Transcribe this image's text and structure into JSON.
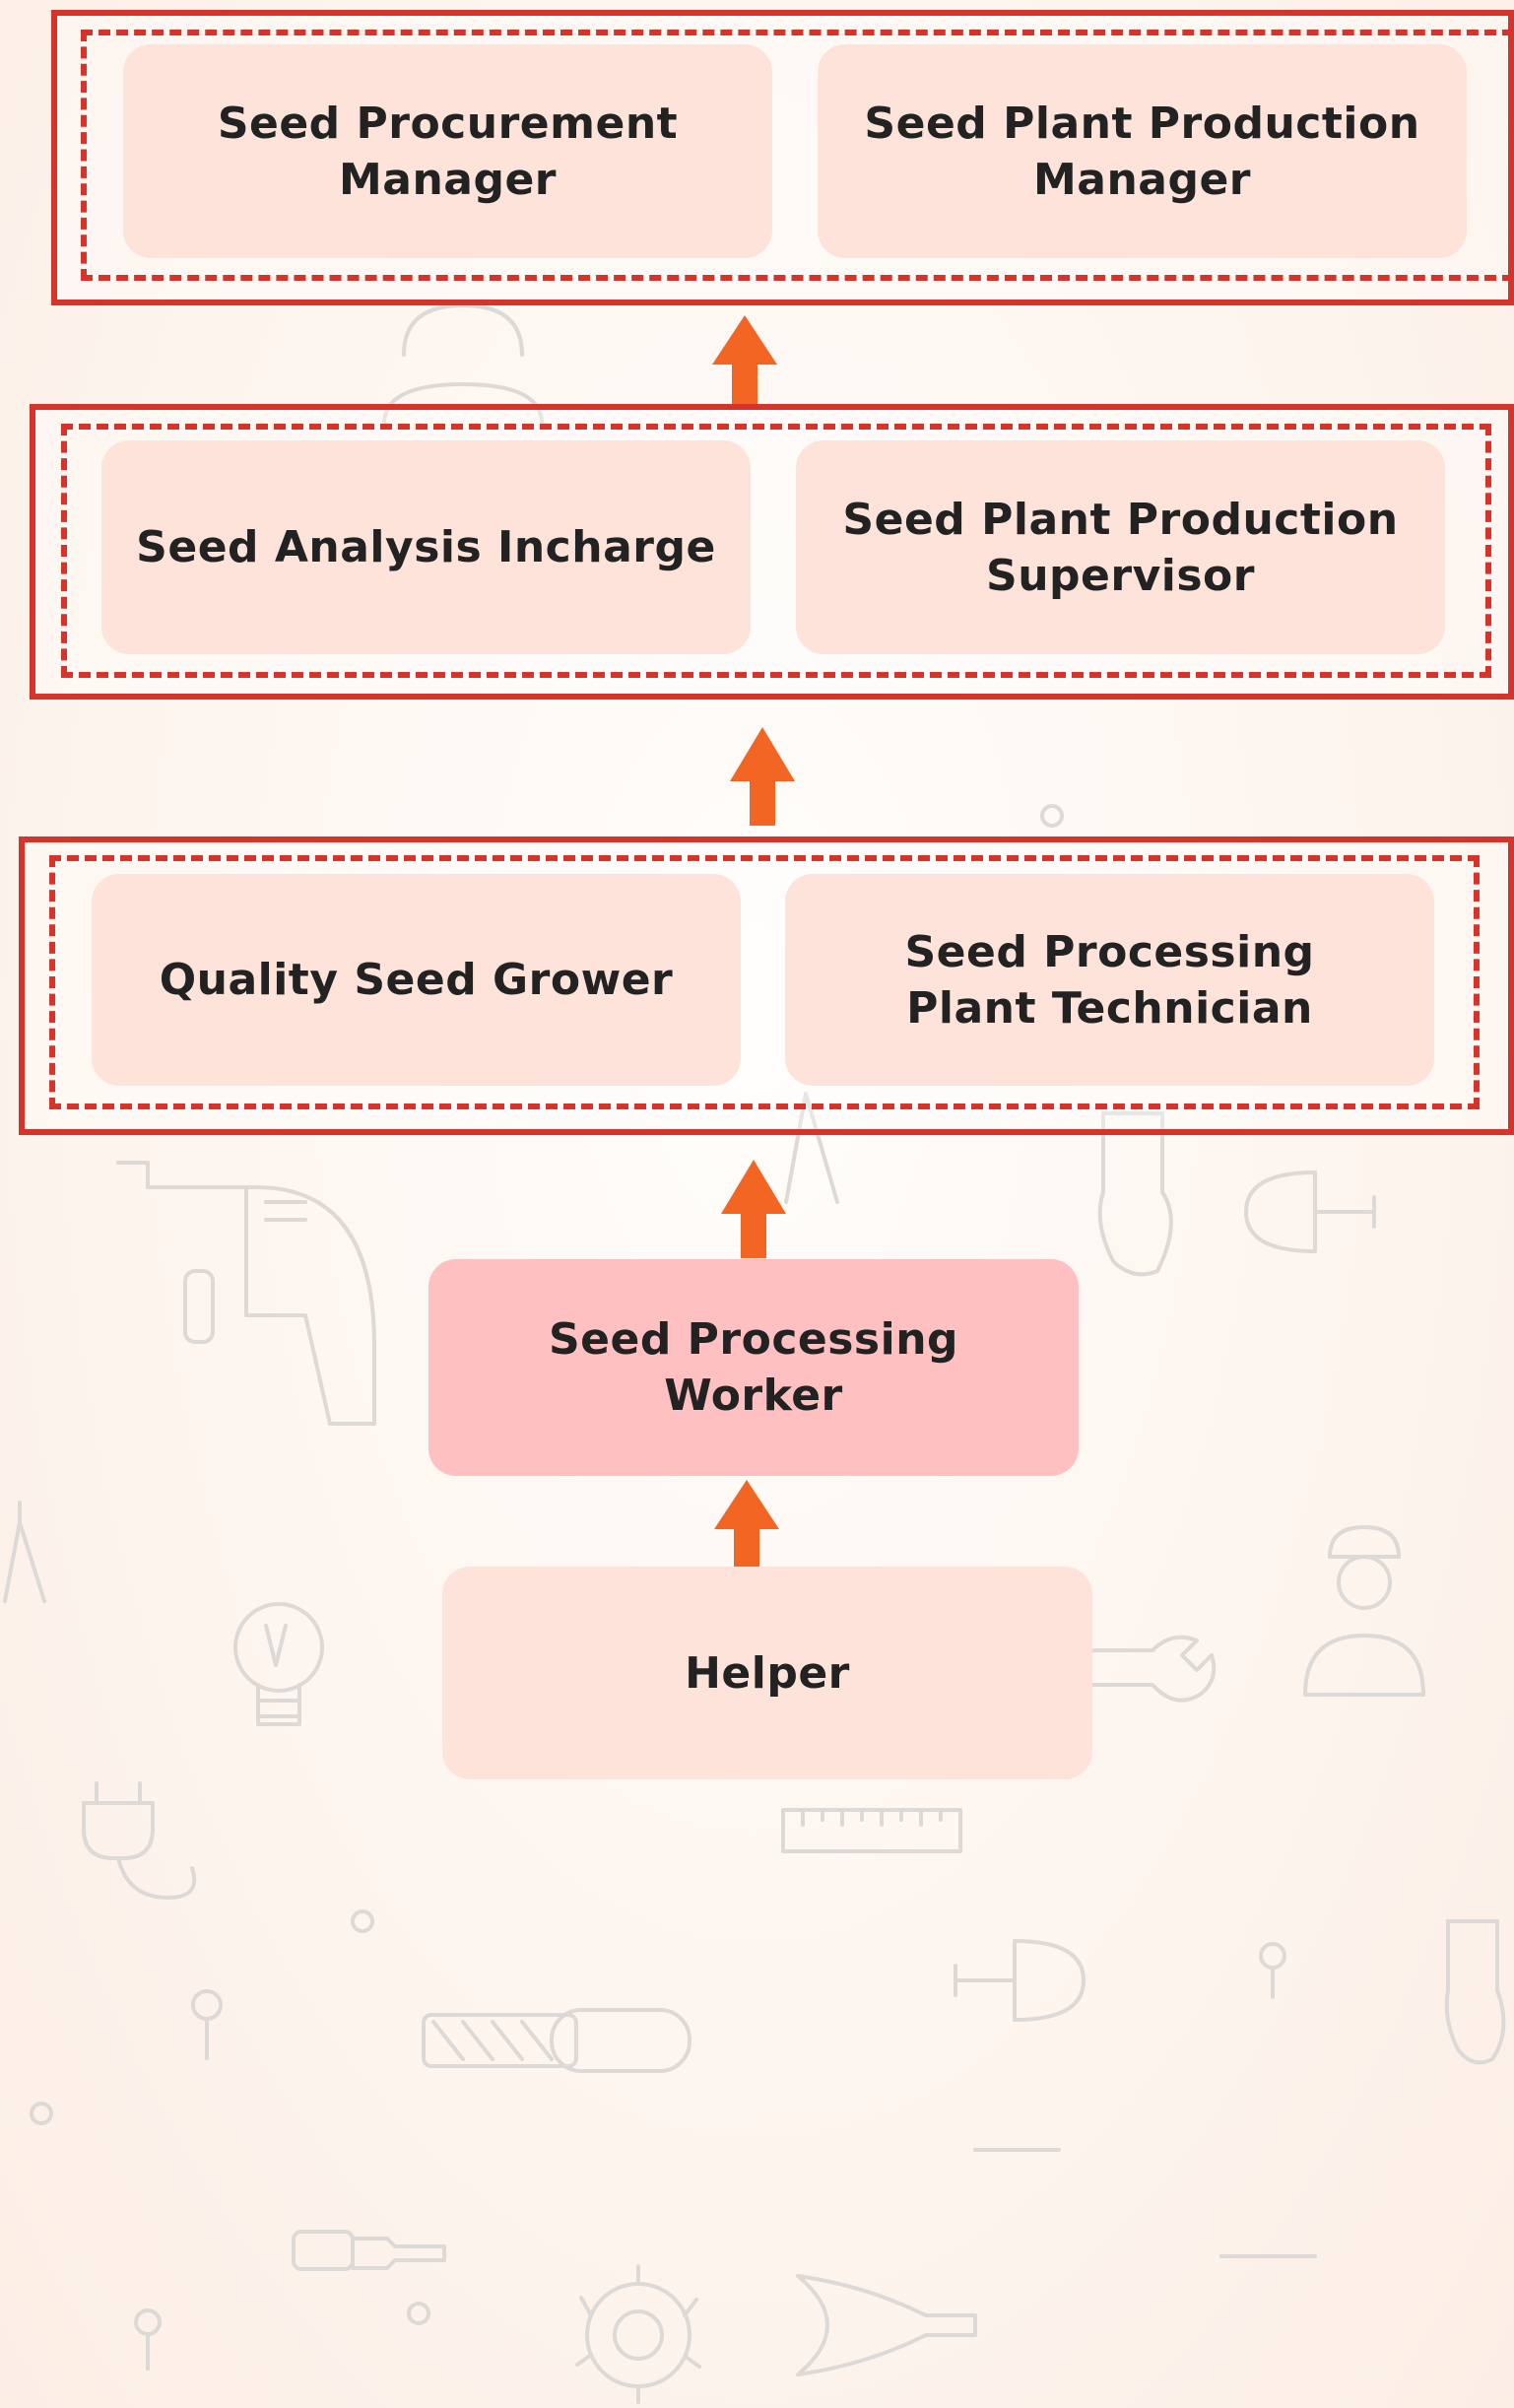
{
  "colors": {
    "frame": "#d6332b",
    "arrow": "#f26522",
    "box": "#fde3d9",
    "highlight_box": "#ffc0c2",
    "text": "#222222"
  },
  "tiers": [
    {
      "boxes": [
        "Seed Procurement\nManager",
        "Seed Plant Production\nManager"
      ]
    },
    {
      "boxes": [
        "Seed Analysis Incharge",
        "Seed Plant Production\nSupervisor"
      ]
    },
    {
      "boxes": [
        "Quality Seed Grower",
        "Seed Processing\nPlant Technician"
      ]
    }
  ],
  "worker": "Seed Processing\nWorker",
  "helper": "Helper",
  "background_icons": [
    "worker-icon",
    "drill-icon",
    "shovel-icon",
    "lightbulb-icon",
    "plug-icon",
    "ruler-icon",
    "file-icon",
    "screwdriver-icon",
    "saw-blade-icon",
    "pliers-icon",
    "wrench-icon",
    "compass-icon",
    "paint-brush-icon",
    "pin-icon"
  ]
}
